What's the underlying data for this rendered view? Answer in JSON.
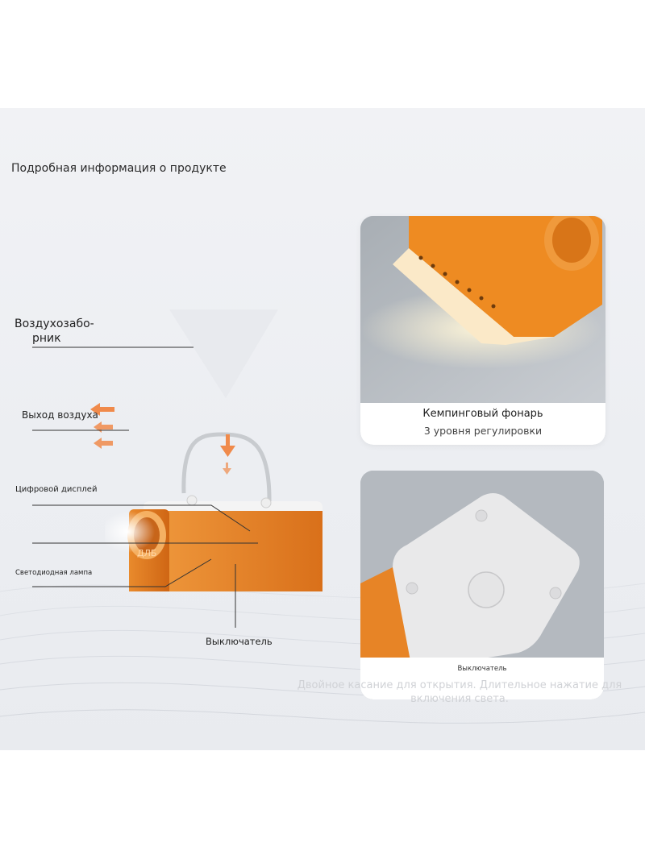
{
  "heading": "Подробная информация о продукте",
  "callouts": {
    "air_intake_line1": "Воздухозабо-",
    "air_intake_line2": "рник",
    "air_outlet": "Выход воздуха",
    "digital_display": "Цифровой дисплей",
    "led_lamp": "Светодиодная лампа",
    "power_switch": "Выключатель"
  },
  "device_print": "ДЛБ",
  "lantern_card": {
    "title": "Кемпинговый фонарь",
    "subtitle": "3 уровня регулировки"
  },
  "switch_card": {
    "caption": "Выключатель",
    "note": "Двойное касание для открытия. Длительное нажатие для включения света."
  },
  "colors": {
    "device_orange": "#e37a1c",
    "device_white": "#f3f3f3",
    "panel_bg": "#eceef2",
    "arrow_orange": "#f08a4b",
    "note_text": "#d0d2d6"
  }
}
